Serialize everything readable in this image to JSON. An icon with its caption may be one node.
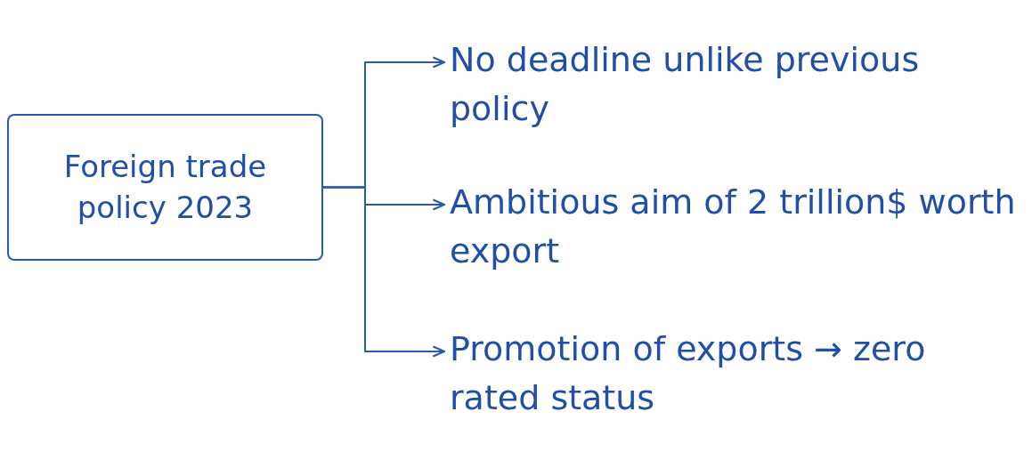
{
  "diagram": {
    "nodes": [
      {
        "text": [
          "Foreign trade policy 2023"
        ]
      },
      {
        "text": [
          "No deadline unlike previous policy"
        ]
      },
      {
        "text": [
          "Ambitious aim of 2 trillion$ worth export"
        ]
      },
      {
        "text": [
          "Promotion of exports → zero rated status"
        ]
      }
    ],
    "edges": [
      {
        "from": 0,
        "to": 1,
        "arrow": "to"
      },
      {
        "from": 0,
        "to": 2,
        "arrow": "to"
      },
      {
        "from": 0,
        "to": 3,
        "arrow": "to"
      }
    ]
  }
}
